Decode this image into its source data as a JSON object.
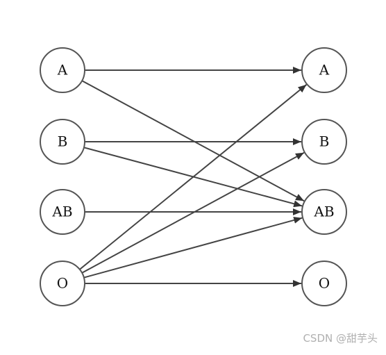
{
  "diagram": {
    "left_nodes": [
      {
        "id": "L-A",
        "label": "A"
      },
      {
        "id": "L-B",
        "label": "B"
      },
      {
        "id": "L-AB",
        "label": "AB"
      },
      {
        "id": "L-O",
        "label": "O"
      }
    ],
    "right_nodes": [
      {
        "id": "R-A",
        "label": "A"
      },
      {
        "id": "R-B",
        "label": "B"
      },
      {
        "id": "R-AB",
        "label": "AB"
      },
      {
        "id": "R-O",
        "label": "O"
      }
    ],
    "edges": [
      {
        "from": "L-A",
        "to": "R-A"
      },
      {
        "from": "L-A",
        "to": "R-AB"
      },
      {
        "from": "L-B",
        "to": "R-B"
      },
      {
        "from": "L-B",
        "to": "R-AB"
      },
      {
        "from": "L-AB",
        "to": "R-AB"
      },
      {
        "from": "L-O",
        "to": "R-A"
      },
      {
        "from": "L-O",
        "to": "R-B"
      },
      {
        "from": "L-O",
        "to": "R-AB"
      },
      {
        "from": "L-O",
        "to": "R-O"
      }
    ],
    "colors": {
      "stroke": "#444444",
      "node_border": "#555555"
    }
  },
  "watermark": "CSDN @甜芋头"
}
